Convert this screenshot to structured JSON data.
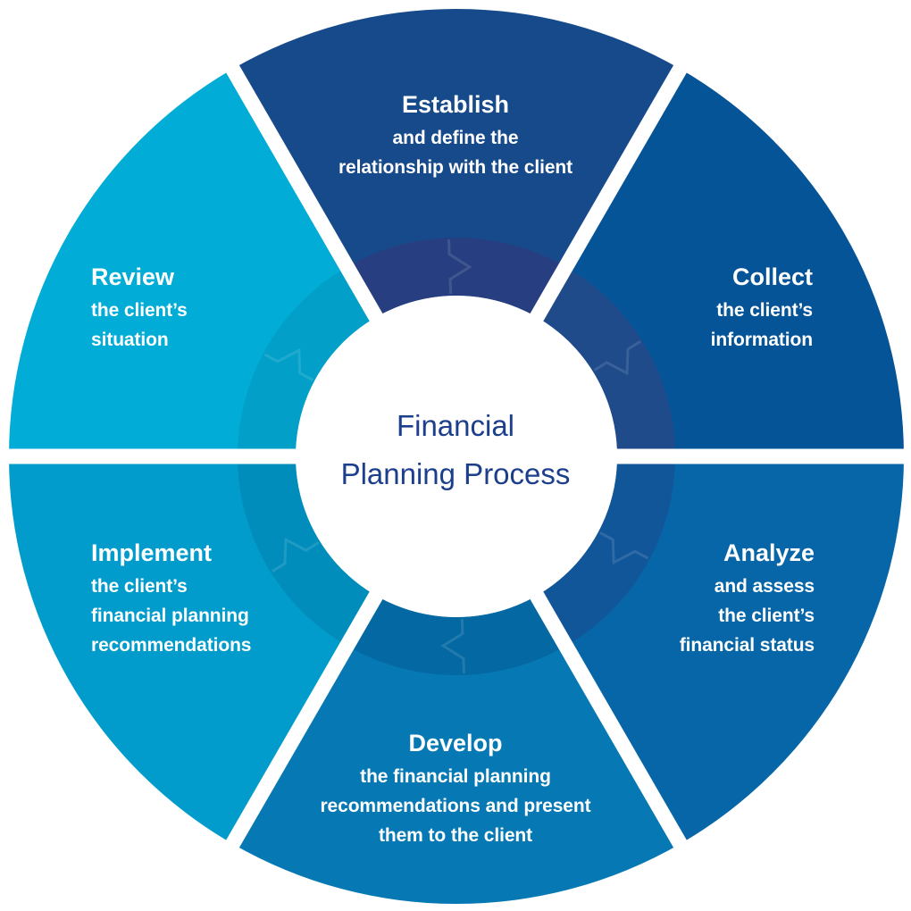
{
  "center": {
    "line1": "Financial",
    "line2": "Planning Process"
  },
  "steps": [
    {
      "id": "establish",
      "title": "Establish",
      "lines": [
        "and define the",
        "relationship with the client"
      ],
      "color": "#174a8b",
      "ring_color": "#273f80"
    },
    {
      "id": "collect",
      "title": "Collect",
      "lines": [
        "the client’s",
        "information"
      ],
      "color": "#055497",
      "ring_color": "#1f4b8b"
    },
    {
      "id": "analyze",
      "title": "Analyze",
      "lines": [
        "and assess",
        "the client’s",
        "financial status"
      ],
      "color": "#0766a7",
      "ring_color": "#12569a"
    },
    {
      "id": "develop",
      "title": "Develop",
      "lines": [
        "the financial planning",
        "recommendations and present",
        "them to the client"
      ],
      "color": "#0679b4",
      "ring_color": "#0468a2"
    },
    {
      "id": "implement",
      "title": "Implement",
      "lines": [
        "the client’s",
        "financial planning",
        "recommendations"
      ],
      "color": "#019ccb",
      "ring_color": "#018dbb"
    },
    {
      "id": "review",
      "title": "Review",
      "lines": [
        "the client’s",
        "situation"
      ],
      "color": "#01acd6",
      "ring_color": "#029fc8"
    }
  ],
  "colors": {
    "center_text": "#1c3f8c",
    "background": "#ffffff",
    "arrow_mark": "#ffffff"
  }
}
